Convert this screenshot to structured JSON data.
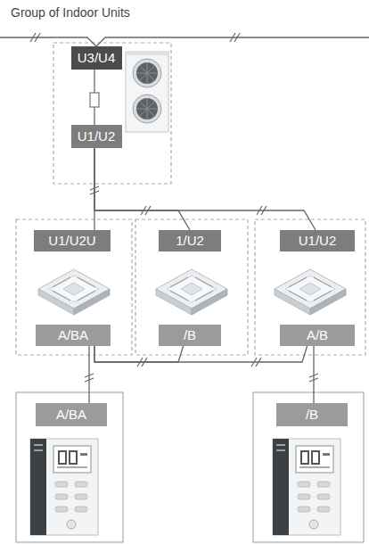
{
  "diagram": {
    "title": "Group of Indoor Units",
    "nodes": [
      {
        "text": [
          "U3/U4"
        ]
      },
      {
        "text": [
          "U1/U2"
        ]
      },
      {
        "text": [
          "U1/U2U"
        ]
      },
      {
        "text": [
          "1/U2"
        ]
      },
      {
        "text": [
          "U1/U2"
        ]
      },
      {
        "text": [
          "A/BA"
        ]
      },
      {
        "text": [
          "/B"
        ]
      },
      {
        "text": [
          "A/B"
        ]
      },
      {
        "text": [
          "A/BA"
        ]
      },
      {
        "text": [
          "/B"
        ]
      }
    ],
    "edges": [
      {
        "from": 0,
        "to": 1,
        "arrow": "none"
      },
      {
        "from": 1,
        "to": 2,
        "arrow": "none"
      },
      {
        "from": 1,
        "to": 3,
        "arrow": "none"
      },
      {
        "from": 1,
        "to": 4,
        "arrow": "none"
      },
      {
        "from": 5,
        "to": 8,
        "arrow": "none"
      },
      {
        "from": 5,
        "to": 6,
        "arrow": "none"
      },
      {
        "from": 5,
        "to": 7,
        "arrow": "none"
      },
      {
        "from": 7,
        "to": 9,
        "arrow": "none"
      }
    ]
  }
}
